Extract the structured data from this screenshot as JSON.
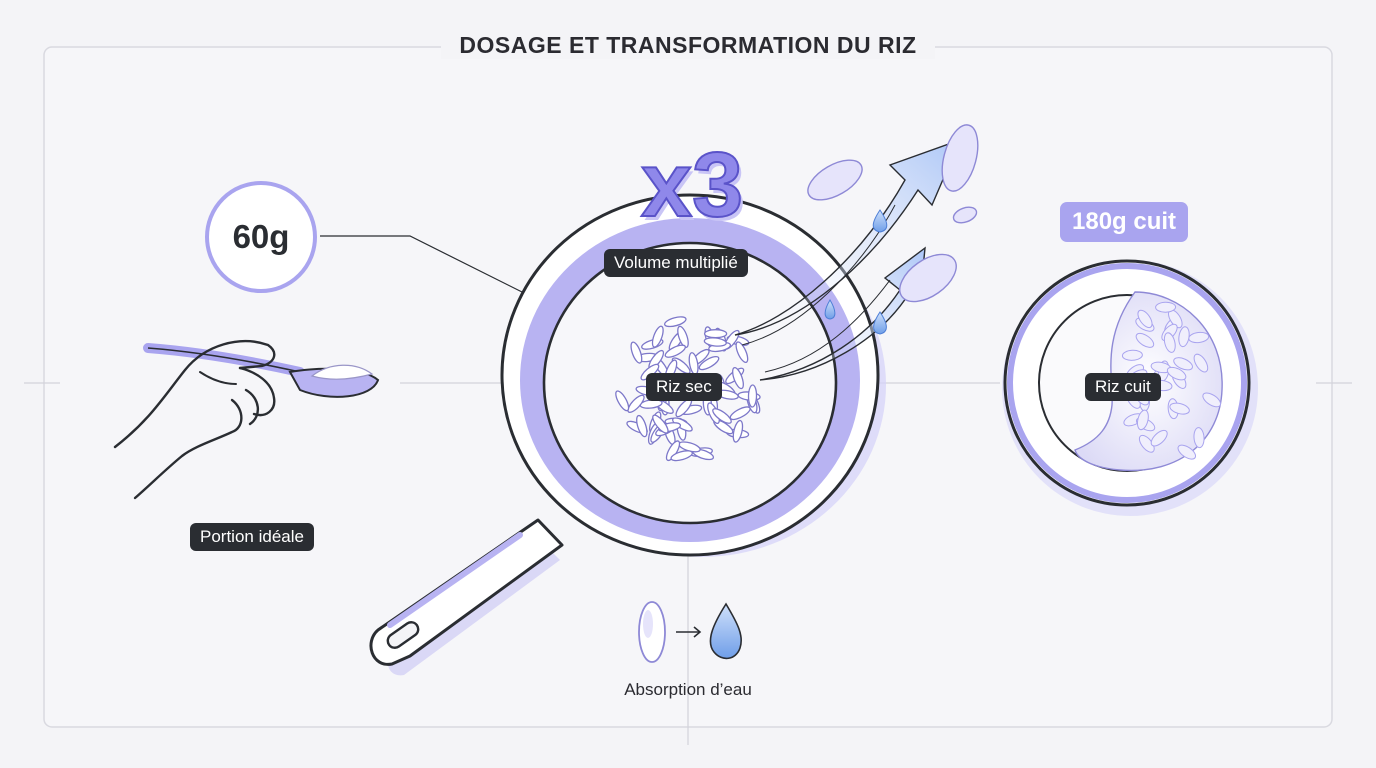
{
  "title": "DOSAGE ET TRANSFORMATION DU RIZ",
  "portion": {
    "amount": "60g",
    "label": "Portion idéale"
  },
  "pan": {
    "multiplier": "x3",
    "multiplier_label": "Volume multiplié",
    "content_label": "Riz sec"
  },
  "absorption": {
    "label": "Absorption d’eau"
  },
  "result": {
    "amount": "180g cuit",
    "content_label": "Riz cuit"
  },
  "colors": {
    "accent": "#a9a4ef",
    "accent_dark": "#5a53c9",
    "outline": "#2a2d32",
    "water": "#7aa6f0",
    "background": "#f4f4f7"
  },
  "icons": [
    "hand-spoon-icon",
    "frying-pan-icon",
    "rice-grain-icon",
    "water-drop-icon",
    "arrow-right-icon",
    "bowl-icon"
  ]
}
